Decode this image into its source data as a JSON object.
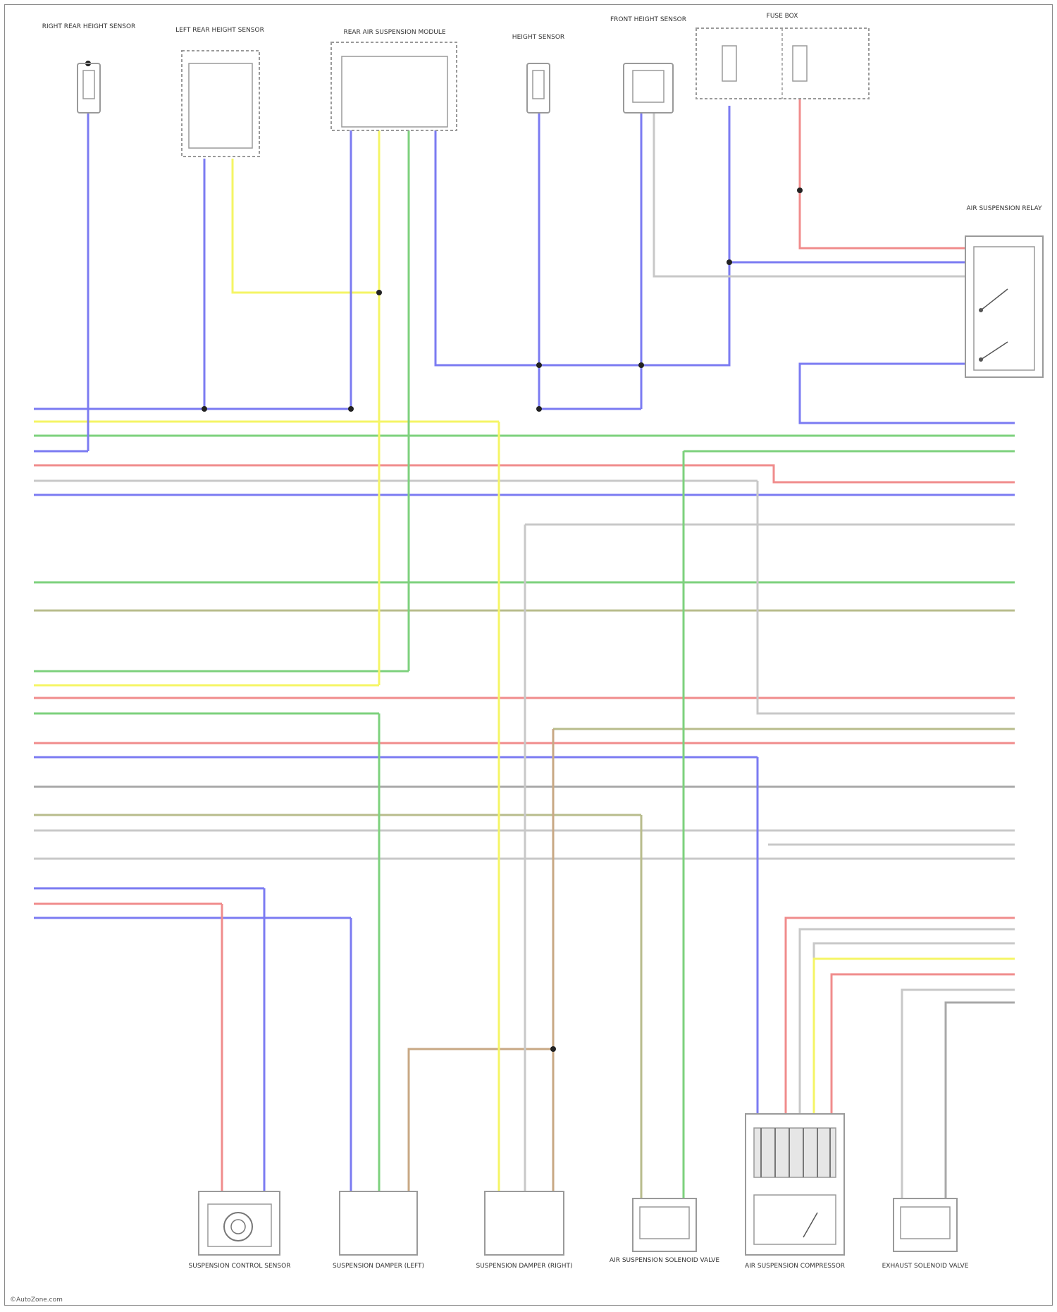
{
  "diagram": {
    "credit": "©AutoZone.com",
    "colors": {
      "BLU": "#7b7bf2",
      "YEL": "#f5f565",
      "GRN": "#7dd17d",
      "RED": "#f08c8c",
      "WHT": "#c8c8c8",
      "BRN": "#c8a884",
      "GRY": "#a8a8a8",
      "OLV": "#b8bc8c",
      "BOX": "#9a9a9a"
    },
    "components": [
      {
        "key": "top_sensor_1",
        "title": "RIGHT REAR HEIGHT SENSOR"
      },
      {
        "key": "top_module_1",
        "title": "LEFT REAR HEIGHT SENSOR"
      },
      {
        "key": "top_module_2",
        "title": "REAR AIR SUSPENSION MODULE"
      },
      {
        "key": "top_sensor_2",
        "title": "HEIGHT SENSOR"
      },
      {
        "key": "top_sensor_3",
        "title": "FRONT HEIGHT SENSOR"
      },
      {
        "key": "top_fuse_box",
        "title": "FUSE BOX"
      },
      {
        "key": "right_relay",
        "title": "AIR SUSPENSION RELAY"
      },
      {
        "key": "bottom_1",
        "title": "SUSPENSION CONTROL SENSOR"
      },
      {
        "key": "bottom_2",
        "title": "SUSPENSION DAMPER (LEFT)"
      },
      {
        "key": "bottom_3",
        "title": "SUSPENSION DAMPER (RIGHT)"
      },
      {
        "key": "bottom_4",
        "title": "AIR SUSPENSION SOLENOID VALVE"
      },
      {
        "key": "bottom_5",
        "title": "AIR SUSPENSION COMPRESSOR"
      },
      {
        "key": "bottom_6",
        "title": "EXHAUST SOLENOID VALVE"
      }
    ]
  }
}
